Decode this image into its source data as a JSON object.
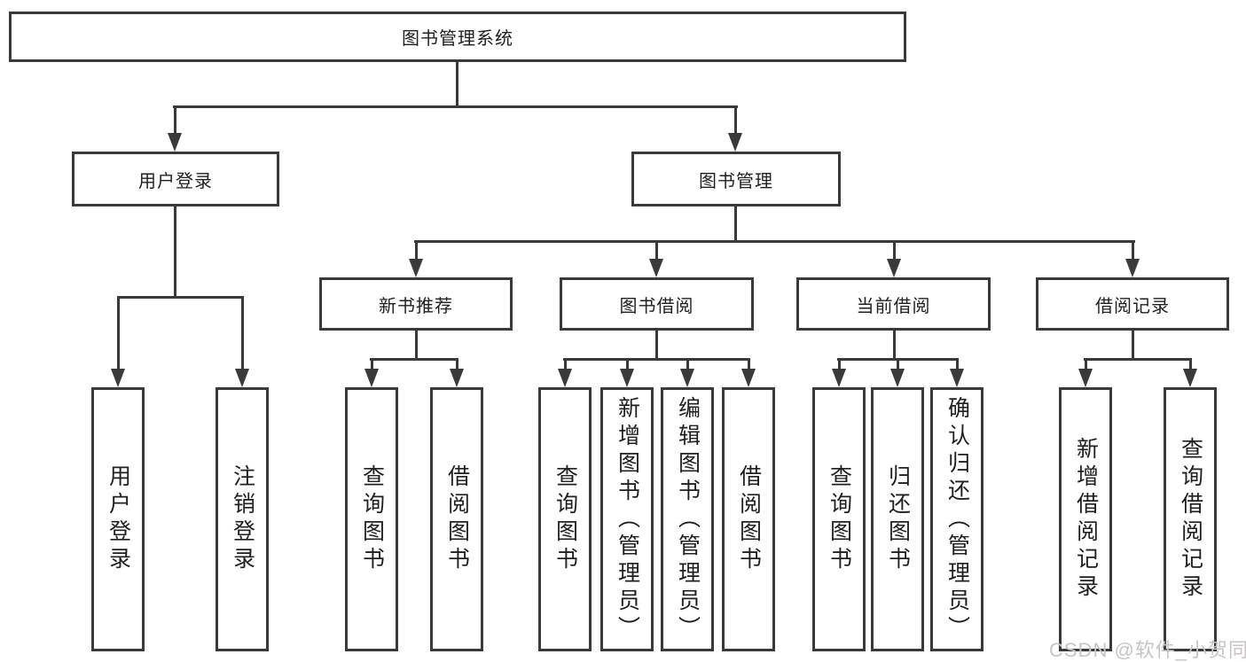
{
  "tree": {
    "root": {
      "label": "图书管理系统"
    },
    "user_branch": {
      "label": "用户登录",
      "children": [
        {
          "label": "用户登录"
        },
        {
          "label": "注销登录"
        }
      ]
    },
    "book_branch": {
      "label": "图书管理",
      "groups": [
        {
          "label": "新书推荐",
          "children": [
            {
              "label": "查询图书"
            },
            {
              "label": "借阅图书"
            }
          ]
        },
        {
          "label": "图书借阅",
          "children": [
            {
              "label": "查询图书"
            },
            {
              "label": "新增图书（管理员）"
            },
            {
              "label": "编辑图书（管理员）"
            },
            {
              "label": "借阅图书"
            }
          ]
        },
        {
          "label": "当前借阅",
          "children": [
            {
              "label": "查询图书"
            },
            {
              "label": "归还图书"
            },
            {
              "label": "确认归还（管理员）"
            }
          ]
        },
        {
          "label": "借阅记录",
          "children": [
            {
              "label": "新增借阅记录"
            },
            {
              "label": "查询借阅记录"
            }
          ]
        }
      ]
    }
  },
  "watermark": {
    "text": "CSDN @软件_小贺同学"
  },
  "colors": {
    "line": "#3a3a3a",
    "text": "#1f1f1f",
    "background": "#ffffff",
    "watermark": "#c8c4c5"
  }
}
